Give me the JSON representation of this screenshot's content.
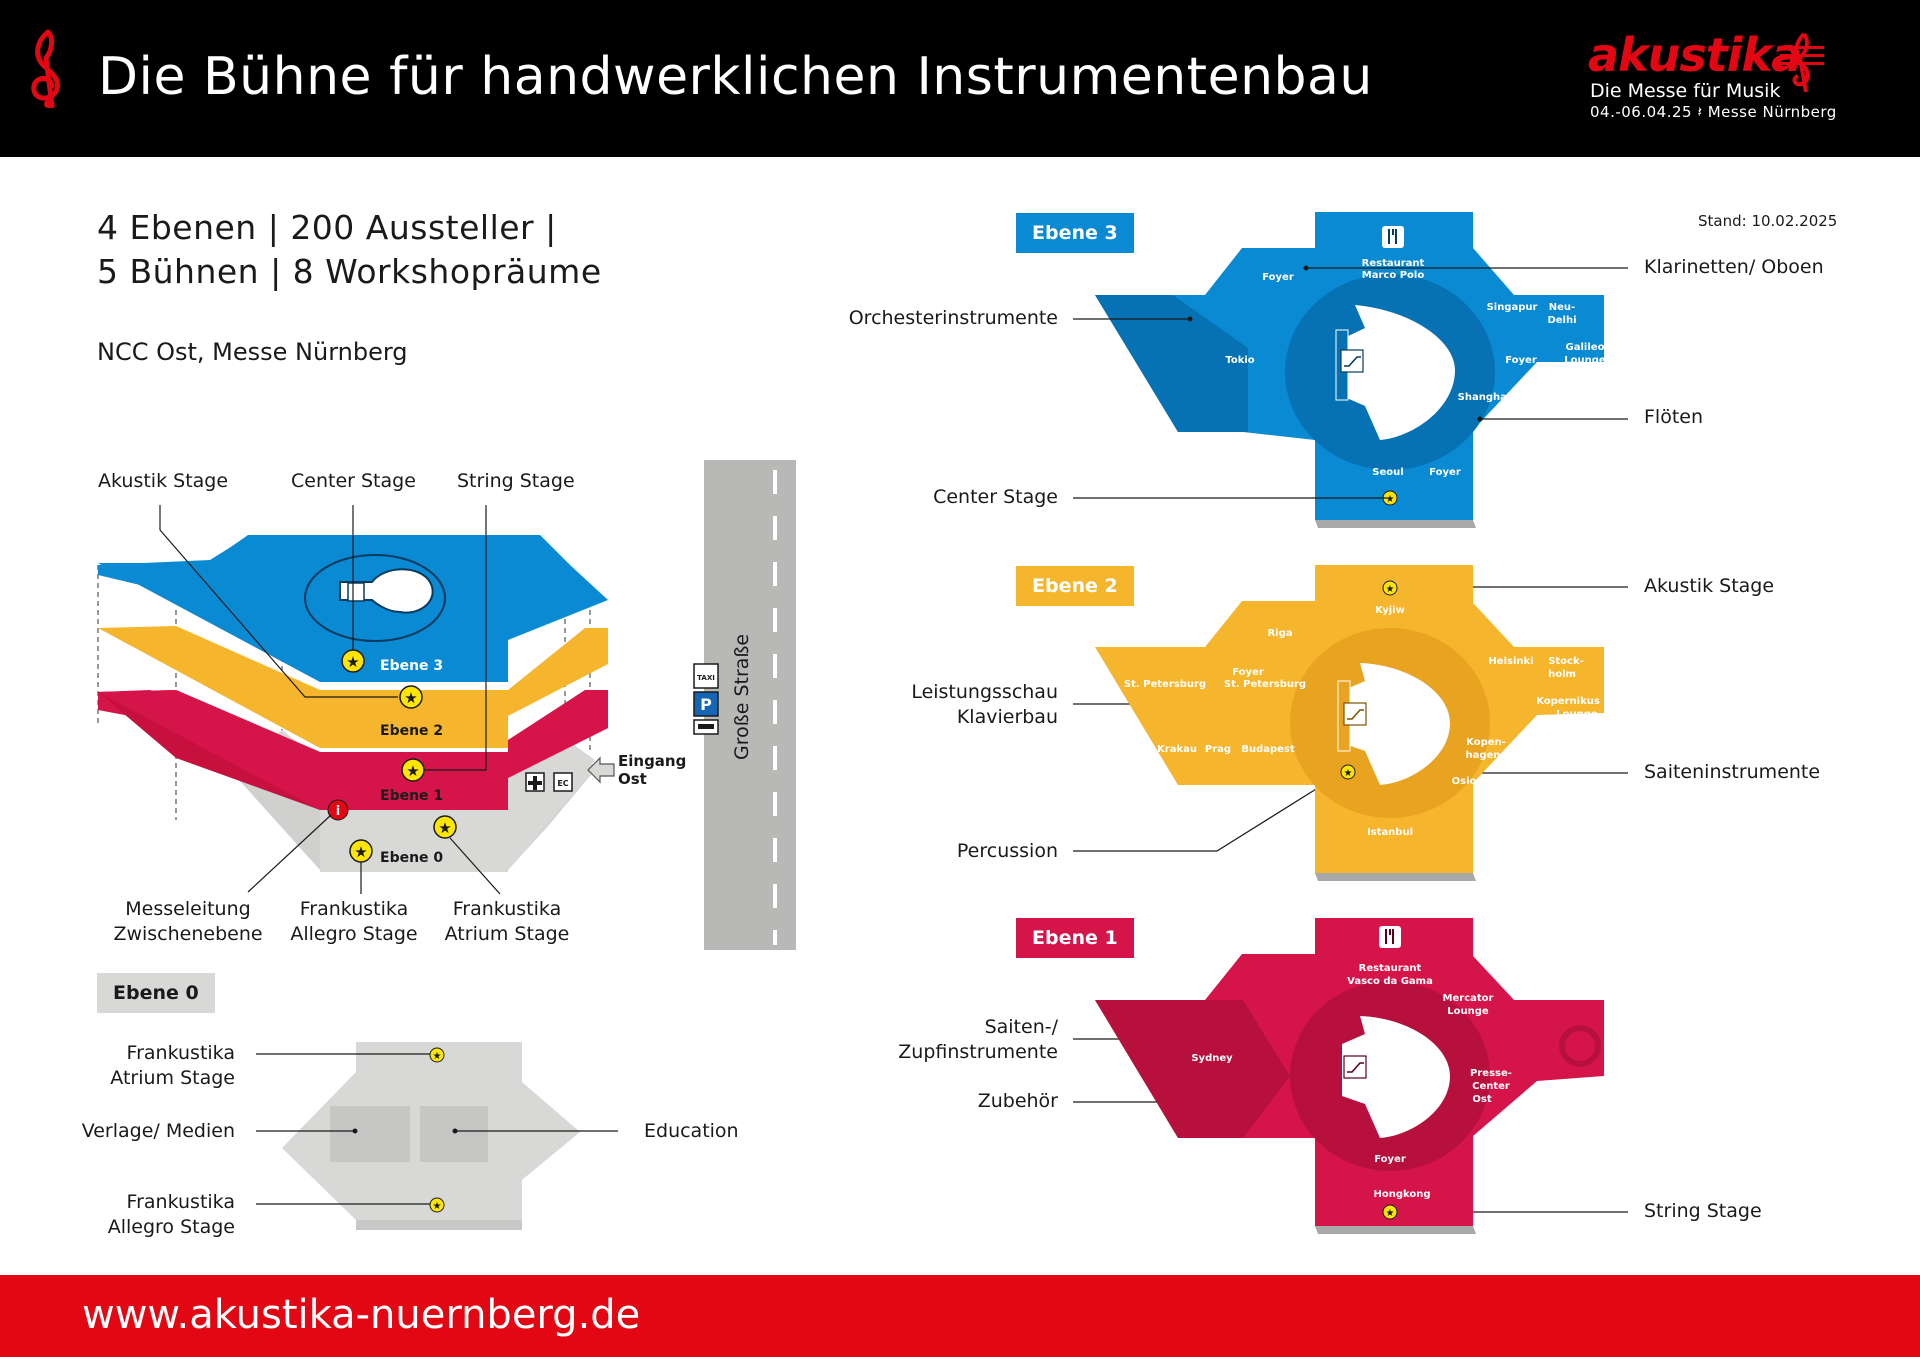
{
  "header": {
    "title": "Die Bühne für handwerklichen Instrumentenbau",
    "logo_name": "akustika",
    "logo_tagline": "Die Messe für Musik",
    "logo_date": "04.-06.04.25 𝄽 Messe Nürnberg",
    "colors": {
      "background": "#000000",
      "accent": "#e30613"
    }
  },
  "intro": {
    "line1": "4 Ebenen | 200 Aussteller |",
    "line2": "5 Bühnen | 8 Workshopräume",
    "venue": "NCC Ost, Messe Nürnberg"
  },
  "stand": "Stand: 10.02.2025",
  "overview": {
    "stage_labels": {
      "akustik": "Akustik Stage",
      "center": "Center Stage",
      "string": "String Stage",
      "messeleitung": "Messeleitung\nZwischenebene",
      "allegro": "Frankustika\nAllegro Stage",
      "atrium": "Frankustika\nAtrium Stage"
    },
    "levels": [
      "Ebene 3",
      "Ebene 2",
      "Ebene 1",
      "Ebene 0"
    ],
    "entrance": "Eingang\nOst",
    "street": "Große Straße",
    "icons": [
      "star-icon",
      "info-icon",
      "first-aid-icon",
      "ec-atm-icon",
      "taxi-icon",
      "parking-icon",
      "shuttle-icon"
    ],
    "ec": "EC",
    "taxi": "TAXI",
    "parking": "P",
    "colors": {
      "ebene3": "#0a8ad2",
      "ebene2": "#f5b52c",
      "ebene1": "#d5154a",
      "ebene0": "#d8d9d7"
    }
  },
  "ebene0": {
    "tag": "Ebene 0",
    "labels": {
      "atrium": "Frankustika\nAtrium Stage",
      "verlage": "Verlage/ Medien",
      "education": "Education",
      "allegro": "Frankustika\nAllegro Stage"
    }
  },
  "ebene3": {
    "tag": "Ebene 3",
    "rooms": [
      "Foyer",
      "Restaurant\nMarco Polo",
      "Singapur",
      "Neu-\nDelhi",
      "Tokio",
      "Foyer",
      "Galileo\nLounge",
      "Shanghai",
      "Seoul",
      "Foyer"
    ],
    "callouts": {
      "klarinetten": "Klarinetten/ Oboen",
      "orchester": "Orchesterinstrumente",
      "floeten": "Flöten",
      "center": "Center Stage"
    }
  },
  "ebene2": {
    "tag": "Ebene 2",
    "rooms": [
      "Kyjiw",
      "Riga",
      "St. Petersburg",
      "Foyer\nSt. Petersburg",
      "Helsinki",
      "Stock-\nholm",
      "Kopernikus\nLounge",
      "Krakau",
      "Prag",
      "Budapest",
      "Kopen-\nhagen",
      "Oslo",
      "Istanbul"
    ],
    "callouts": {
      "akustik": "Akustik Stage",
      "leistung": "Leistungsschau\nKlavierbau",
      "saiten": "Saiteninstrumente",
      "percussion": "Percussion"
    }
  },
  "ebene1": {
    "tag": "Ebene 1",
    "rooms": [
      "Restaurant\nVasco da Gama",
      "Mercator\nLounge",
      "Sydney",
      "Presse-\nCenter\nOst",
      "Foyer",
      "Hongkong"
    ],
    "callouts": {
      "saiten_zupf": "Saiten-/\nZupfinstrumente",
      "zubehoer": "Zubehör",
      "string": "String Stage"
    }
  },
  "footer": {
    "url": "www.akustika-nuernberg.de",
    "color": "#e30613"
  }
}
